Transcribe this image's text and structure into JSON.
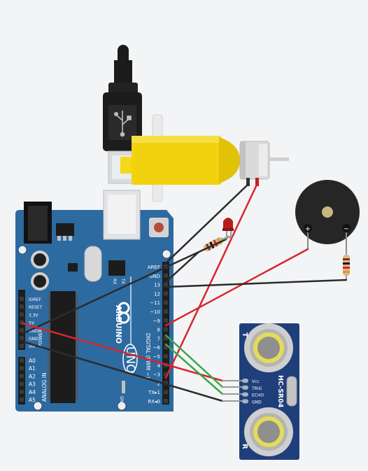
{
  "canvas": {
    "background": "#f3f4f6"
  },
  "colors": {
    "board": "#2d6aa0",
    "board_dark": "#1d4c78",
    "wire_red": "#d6262b",
    "wire_black": "#2b2b2b",
    "wire_green": "#3aa64a",
    "motor_yellow": "#f2d20e",
    "sensor_blue": "#1e3f7a"
  },
  "arduino": {
    "brand": "ARDUINO",
    "model": "UNO",
    "on_label": "ON",
    "rx_label": "RX",
    "tx_label": "TX",
    "digital_label": "DIGITAL (PWM ~)",
    "analog_label": "ANALOG IN",
    "power_label": "POWER",
    "digital_pins": [
      "AREF",
      "GND",
      "13",
      "12",
      "~11",
      "~10",
      "~9",
      "8",
      "7",
      "~6",
      "~5",
      "4",
      "~3",
      "2",
      "TX▸1",
      "RX◂0"
    ],
    "power_pins": [
      "IOREF",
      "RESET",
      "3.3V",
      "5V",
      "GND",
      "GND",
      "Vin"
    ],
    "analog_pins": [
      "A0",
      "A1",
      "A2",
      "A3",
      "A4",
      "A5"
    ]
  },
  "ultrasonic": {
    "model": "HC-SR04",
    "pins": [
      "Vcc",
      "TRIG",
      "ECHO",
      "GND"
    ],
    "transmit_label": "T",
    "receive_label": "R"
  },
  "buzzer": {
    "plus": "+",
    "minus": "−"
  },
  "icons": [
    "usb-icon",
    "arduino-infinity-logo-icon"
  ]
}
